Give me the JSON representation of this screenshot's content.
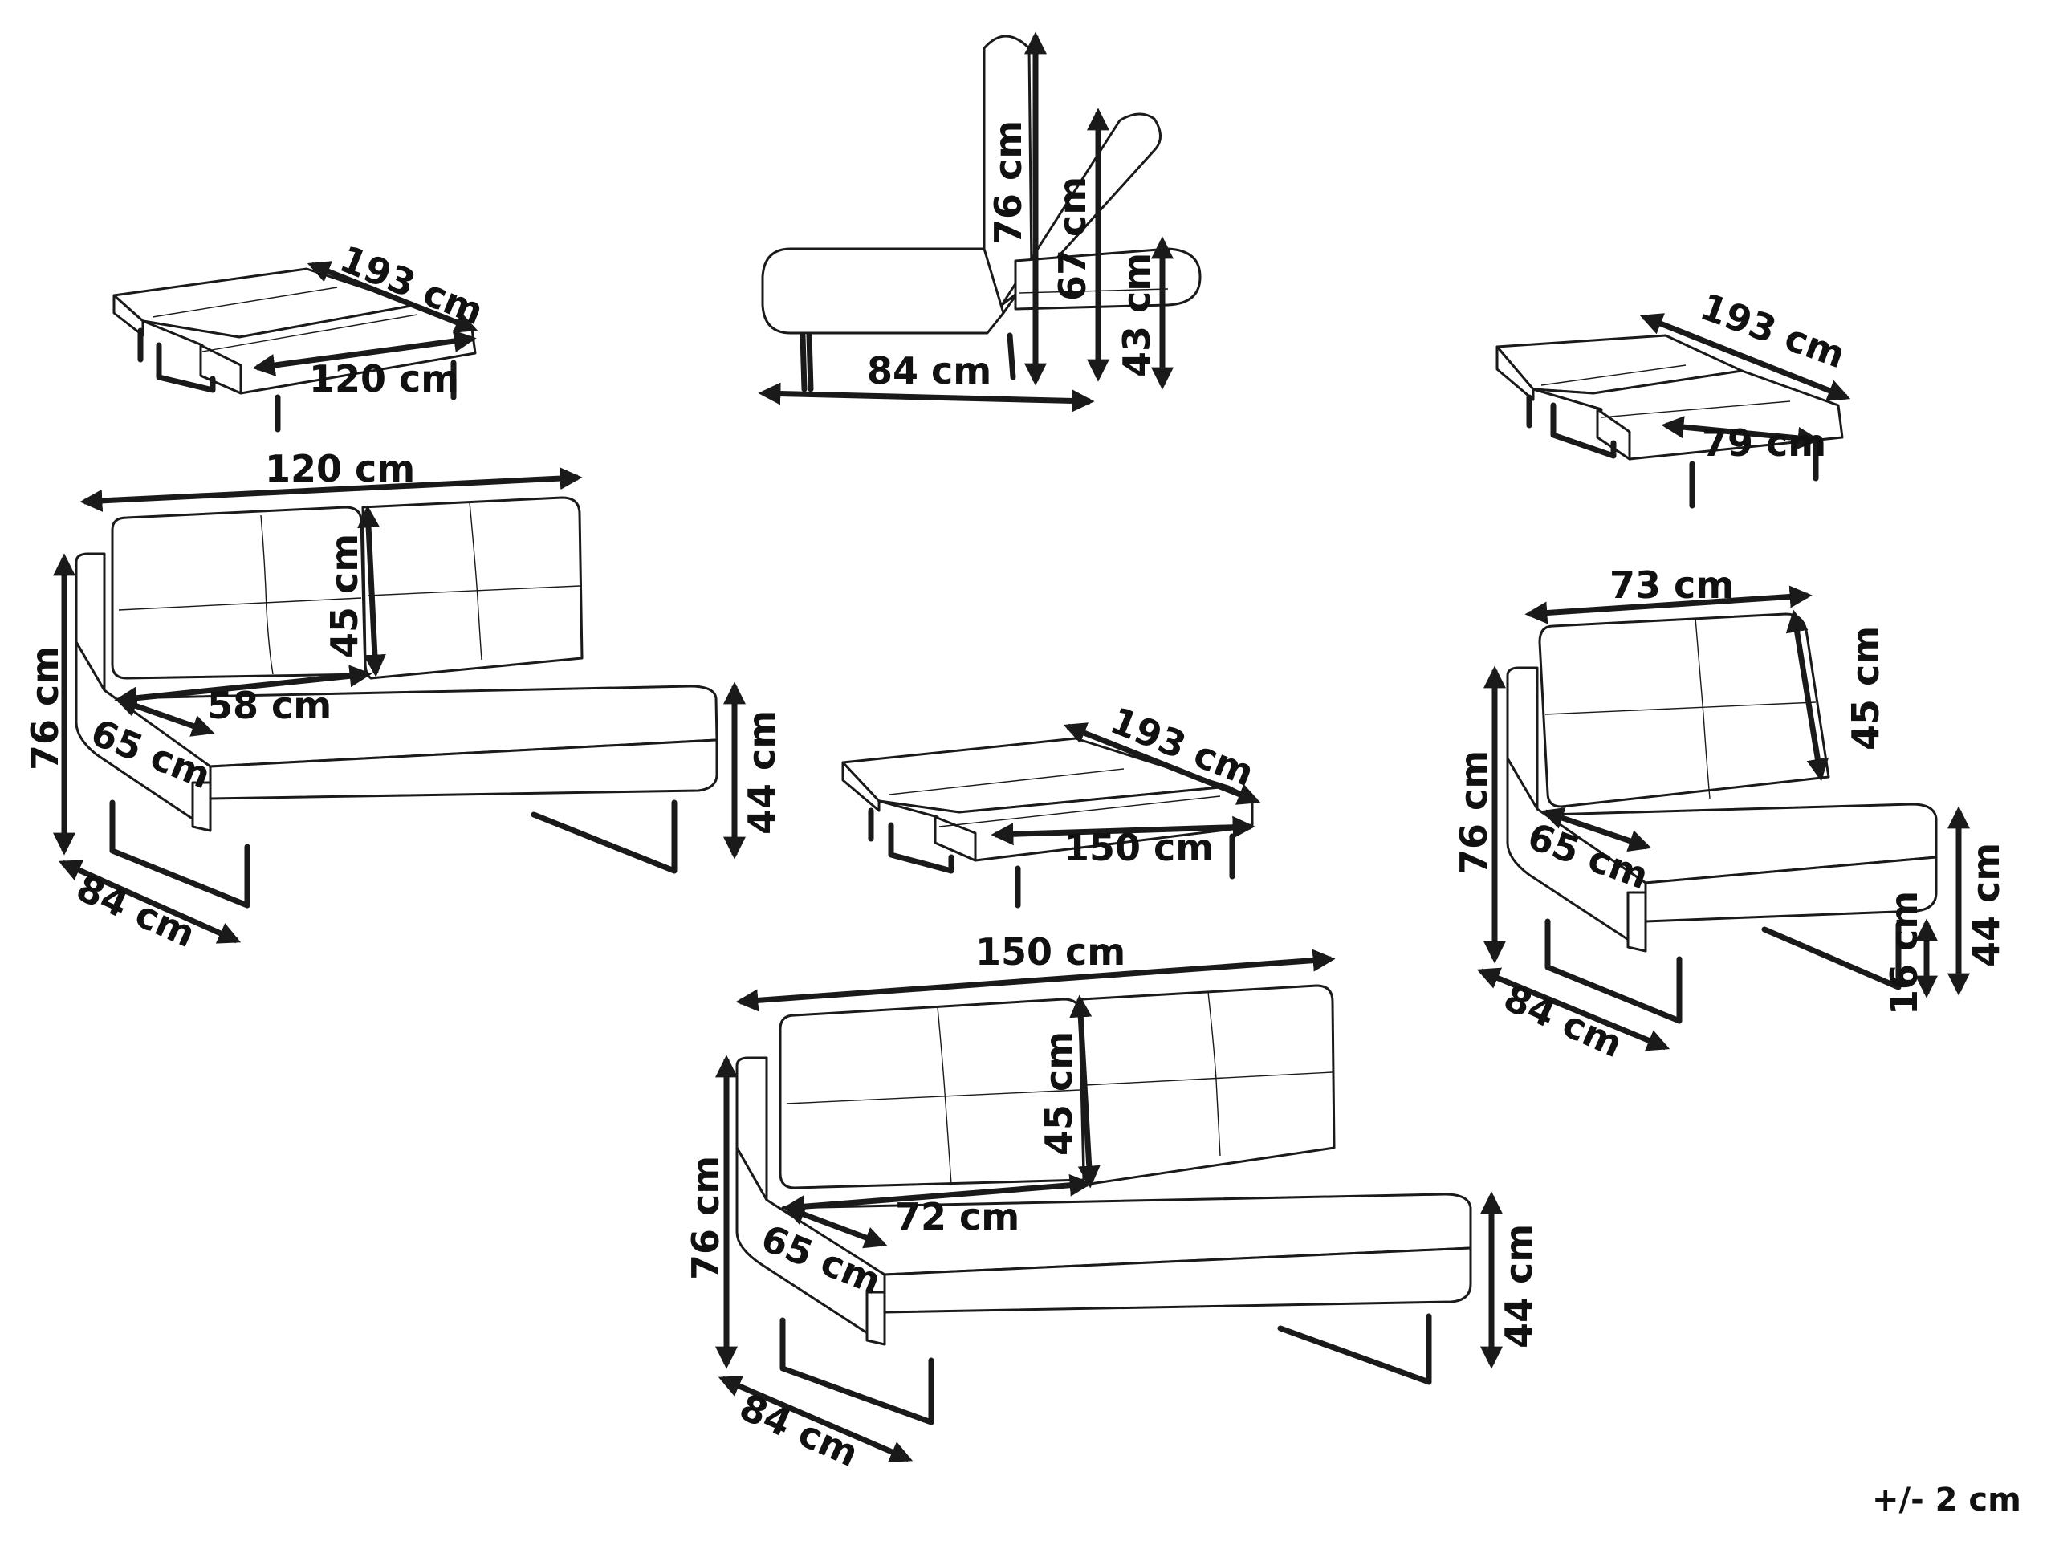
{
  "tolerance": "+/- 2 cm",
  "colors": {
    "ink": "#1a1a1a",
    "background": "#ffffff"
  },
  "views": {
    "sofa120_bed": {
      "length": "193 cm",
      "width": "120 cm"
    },
    "side_profile": {
      "back_upright": "76 cm",
      "back_reclined": "67 cm",
      "flat": "43 cm",
      "depth": "84 cm"
    },
    "chair_bed": {
      "length": "193 cm",
      "width": "79 cm"
    },
    "sofa120": {
      "width": "120 cm",
      "height": "76 cm",
      "back": "45 cm",
      "seat_width": "58 cm",
      "seat_depth": "65 cm",
      "seat_height": "44 cm",
      "depth": "84 cm"
    },
    "sofa150_bed": {
      "length": "193 cm",
      "width": "150 cm"
    },
    "sofa150": {
      "width": "150 cm",
      "height": "76 cm",
      "back": "45 cm",
      "seat_width": "72 cm",
      "seat_depth": "65 cm",
      "seat_height": "44 cm",
      "depth": "84 cm"
    },
    "chair": {
      "width": "73 cm",
      "height": "76 cm",
      "back": "45 cm",
      "seat_depth": "65 cm",
      "seat_height": "44 cm",
      "leg_height": "16 cm",
      "depth": "84 cm"
    }
  }
}
